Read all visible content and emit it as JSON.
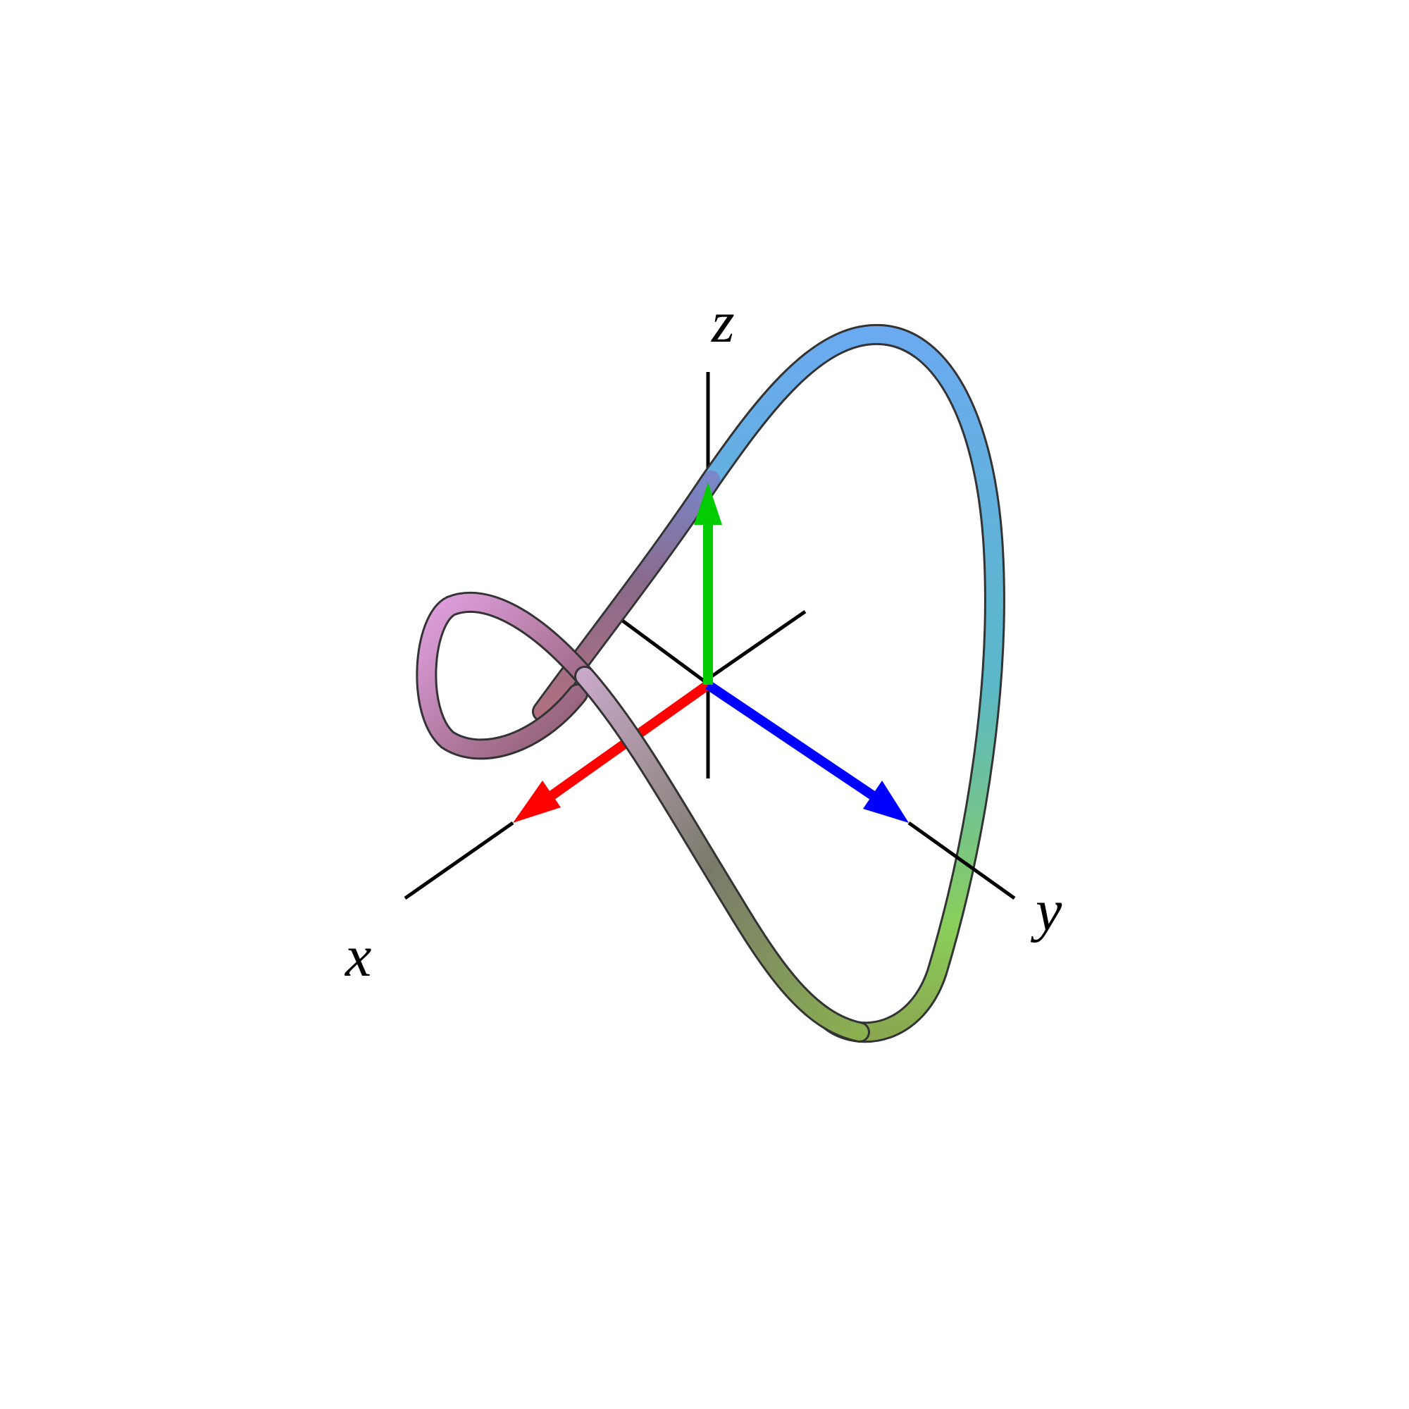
{
  "diagram": {
    "background": "#ffffff",
    "axes": {
      "x": {
        "label": "x",
        "arrow_color": "#ff0000"
      },
      "y": {
        "label": "y",
        "arrow_color": "#0000ff"
      },
      "z": {
        "label": "z",
        "arrow_color": "#00cc00"
      },
      "line_color": "#000000"
    },
    "curve": {
      "style": "tube",
      "gradient_colors": [
        "#e8a8e8",
        "#b07a8a",
        "#8a5a6a",
        "#6f7fb8",
        "#6fb0f0",
        "#5ab8d8",
        "#8ad060",
        "#8aa050",
        "#7a7a6a",
        "#c8a8c8"
      ]
    }
  }
}
